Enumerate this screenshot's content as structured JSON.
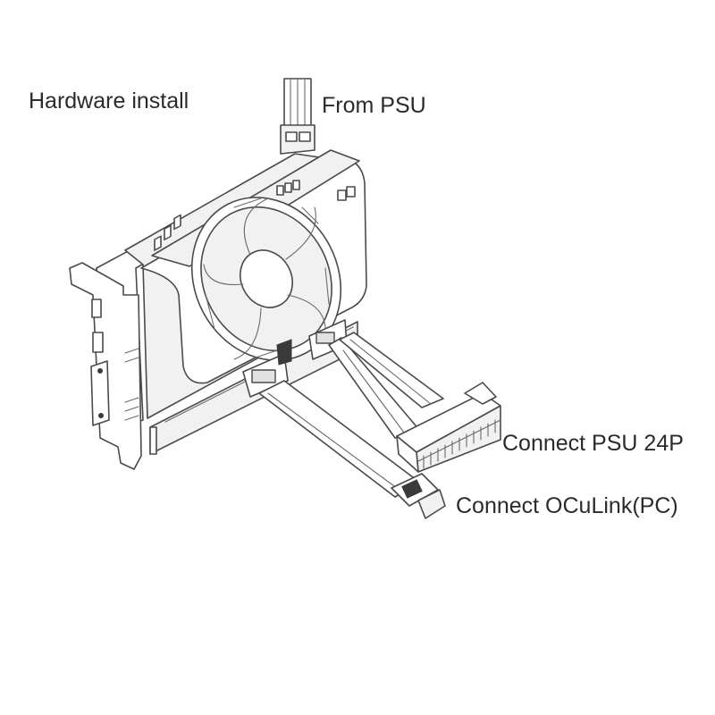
{
  "labels": {
    "title": "Hardware install",
    "from_psu": "From PSU",
    "connect_psu_24p": "Connect PSU 24P",
    "connect_oculink": "Connect OCuLink(PC)"
  },
  "colors": {
    "line": "#4a4a4a",
    "fill": "#f1f1f1",
    "text": "#2b2b2b"
  }
}
